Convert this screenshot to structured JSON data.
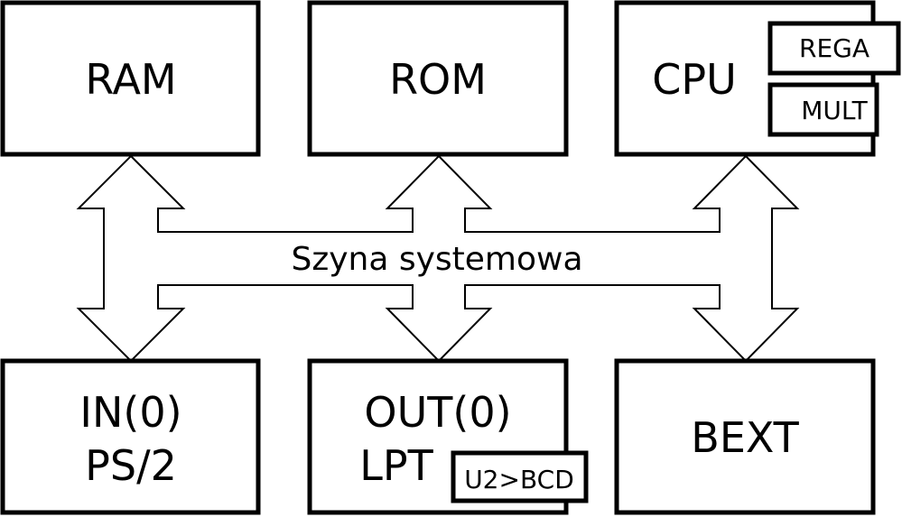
{
  "blocks": {
    "ram": {
      "label": "RAM"
    },
    "rom": {
      "label": "ROM"
    },
    "cpu": {
      "label": "CPU",
      "subunits": {
        "rega": "REGA",
        "mult": "MULT"
      }
    },
    "in": {
      "line1": "IN(0)",
      "line2": "PS/2"
    },
    "out": {
      "line1": "OUT(0)",
      "line2": "LPT",
      "subunit": "U2>BCD"
    },
    "bext": {
      "label": "BEXT"
    }
  },
  "bus": {
    "label": "Szyna systemowa"
  },
  "colors": {
    "stroke": "#000000",
    "fill": "#ffffff"
  }
}
